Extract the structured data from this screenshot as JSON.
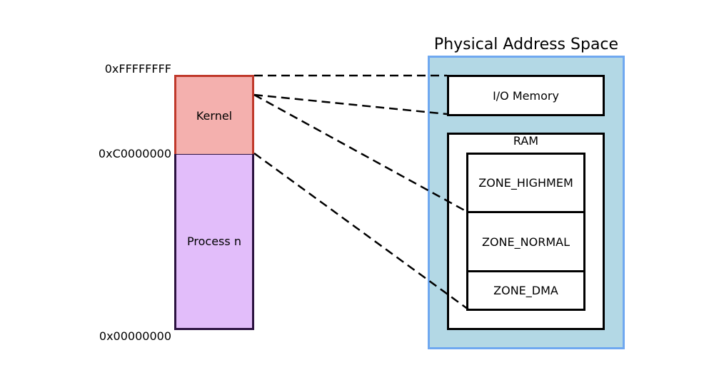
{
  "virtual": {
    "addr_top": "0xFFFFFFFF",
    "addr_mid": "0xC0000000",
    "addr_bottom": "0x00000000",
    "kernel_label": "Kernel",
    "process_label": "Process n",
    "kernel_fill": "#f4b0ae",
    "process_fill": "#e2bdfa"
  },
  "physical": {
    "title": "Physical Address Space",
    "panel_fill": "#b3d8e5",
    "io_label": "I/O Memory",
    "ram_label": "RAM",
    "zones": [
      {
        "label": "ZONE_HIGHMEM"
      },
      {
        "label": "ZONE_NORMAL"
      },
      {
        "label": "ZONE_DMA"
      }
    ]
  }
}
